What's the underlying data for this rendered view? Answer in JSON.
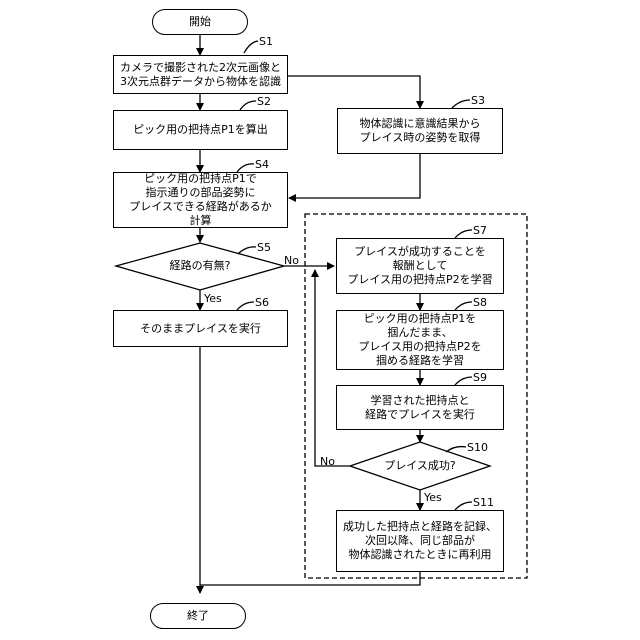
{
  "start": "開始",
  "end": "終了",
  "steps": {
    "s1": {
      "tag": "S1",
      "text": "カメラで撮影された2次元画像と\n3次元点群データから物体を認識"
    },
    "s2": {
      "tag": "S2",
      "text": "ピック用の把持点P1を算出"
    },
    "s3": {
      "tag": "S3",
      "text": "物体認識に意識結果から\nプレイス時の姿勢を取得"
    },
    "s4": {
      "tag": "S4",
      "text": "ピック用の把持点P1で\n指示通りの部品姿勢に\nプレイスできる経路があるか\n計算"
    },
    "s5": {
      "tag": "S5",
      "text": "経路の有無?",
      "no": "No",
      "yes": "Yes"
    },
    "s6": {
      "tag": "S6",
      "text": "そのままプレイスを実行"
    },
    "s7": {
      "tag": "S7",
      "text": "プレイスが成功することを\n報酬として\nプレイス用の把持点P2を学習"
    },
    "s8": {
      "tag": "S8",
      "text": "ピック用の把持点P1を\n掴んだまま、\nプレイス用の把持点P2を\n掴める経路を学習"
    },
    "s9": {
      "tag": "S9",
      "text": "学習された把持点と\n経路でプレイスを実行"
    },
    "s10": {
      "tag": "S10",
      "text": "プレイス成功?",
      "no": "No",
      "yes": "Yes"
    },
    "s11": {
      "tag": "S11",
      "text": "成功した把持点と経路を記録、\n次回以降、同じ部品が\n物体認識されたときに再利用"
    }
  }
}
